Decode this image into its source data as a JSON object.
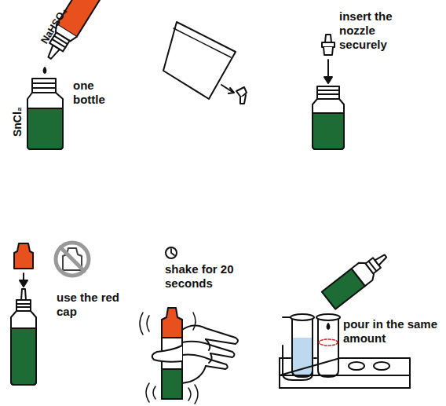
{
  "diagram": {
    "labels": [
      "NaHSO₄",
      "SnCl₂",
      "one bottle",
      "insert the nozzle securely",
      "use the red cap",
      "shake for 20 seconds",
      "pour in the same amount"
    ]
  }
}
